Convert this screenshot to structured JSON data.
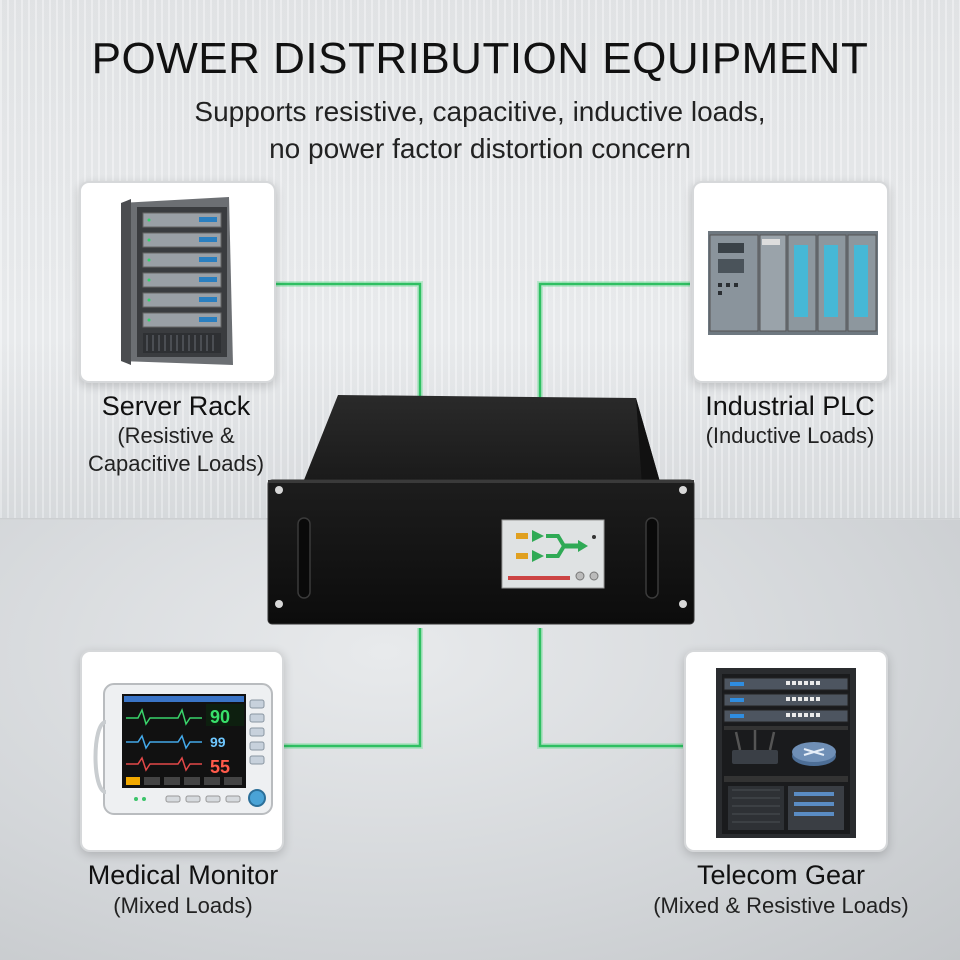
{
  "title": "POWER DISTRIBUTION EQUIPMENT",
  "subtitle_line1": "Supports resistive, capacitive, inductive loads,",
  "subtitle_line2": "no power factor distortion concern",
  "devices": [
    {
      "name": "Server Rack",
      "load_line1": "(Resistive &",
      "load_line2": "Capacitive Loads)",
      "icon": "server-rack-icon"
    },
    {
      "name": "Industrial PLC",
      "load_line1": "(Inductive Loads)",
      "icon": "plc-icon"
    },
    {
      "name": "Medical Monitor",
      "load_line1": "(Mixed Loads)",
      "icon": "medical-monitor-icon"
    },
    {
      "name": "Telecom Gear",
      "load_line1": "(Mixed & Resistive Loads)",
      "icon": "telecom-rack-icon"
    }
  ],
  "monitor_values": {
    "hr": "90",
    "spo2": "99",
    "resp": "55"
  },
  "colors": {
    "connector": "#36c46a",
    "chassis": "#141414",
    "title": "#111111"
  }
}
